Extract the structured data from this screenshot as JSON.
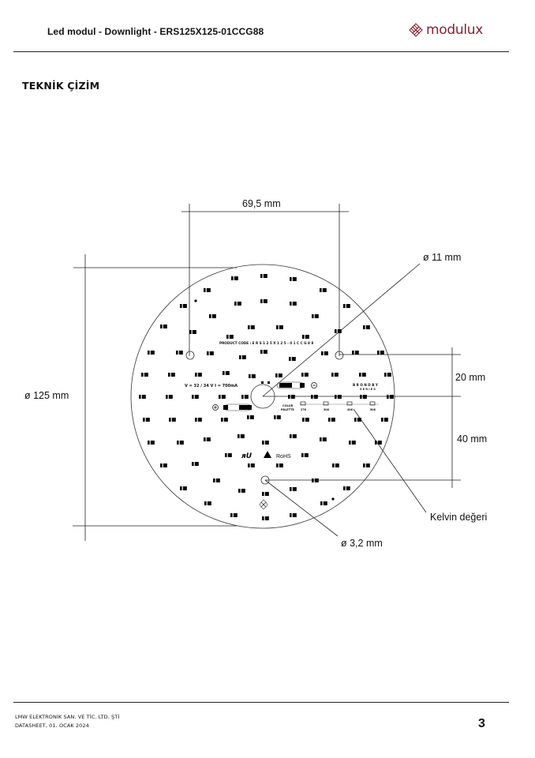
{
  "header": {
    "title": "Led modul - Downlight - ERS125X125-01CCG88",
    "logo_text": "modulux",
    "logo_color": "#8a2030"
  },
  "section": {
    "title": "TEKNİK ÇİZİM"
  },
  "drawing": {
    "dimensions": {
      "hole_spacing": "69,5 mm",
      "center_hole_diameter": "ø 11 mm",
      "outer_diameter": "ø 125 mm",
      "offset_upper": "20 mm",
      "offset_lower": "40 mm",
      "kelvin_label": "Kelvin değeri",
      "mount_hole_diameter": "ø 3,2 mm"
    },
    "pcb": {
      "product_code": "PRODUCT CODE : E R S 1 2 5 X 1 2 5 - 0 1 C C G 8 8",
      "electrical": "V = 32 / 34 V   I = 700mA",
      "brand": "B R O N D B Y",
      "series": "S E R I E S",
      "color_palette_label_1": "COLOR",
      "color_palette_label_2": "PALETTE",
      "kelvin_options": [
        "27K",
        "30K",
        "40K",
        "50K"
      ],
      "rohs": "RoHS",
      "plus_symbol": "+",
      "minus_symbol": "−"
    }
  },
  "footer": {
    "company": "LMW ELEKTRONİK SAN. VE TİC. LTD. ŞTİ",
    "doc_info": "DATASHEET, 01. OCAK 2024",
    "page_number": "3"
  }
}
